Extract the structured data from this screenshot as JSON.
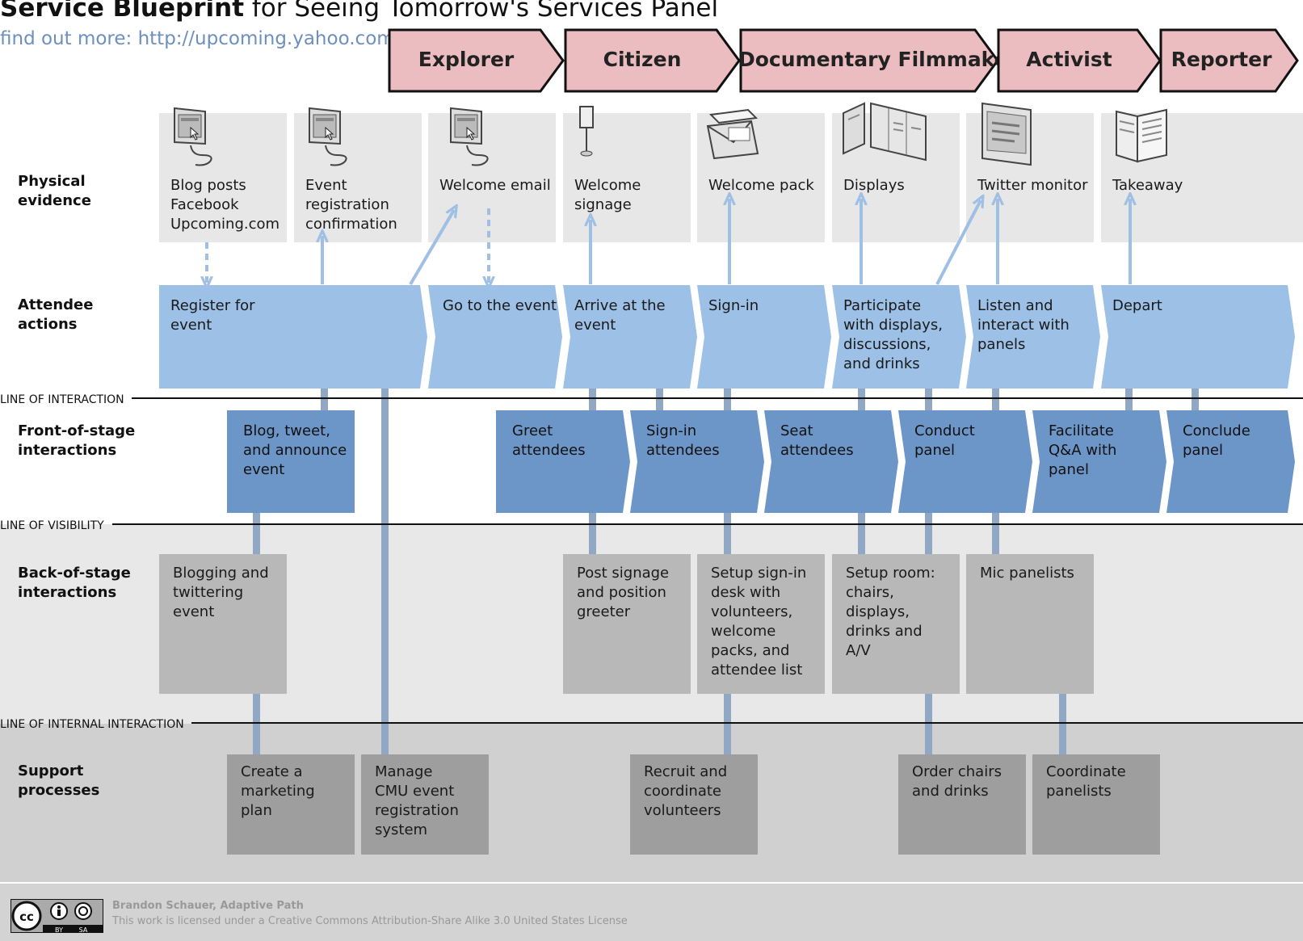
{
  "title": {
    "bold": "Service Blueprint",
    "rest": " for Seeing Tomorrow's Services Panel"
  },
  "subtitle": "find out more: http://upcoming.yahoo.com/",
  "personas": [
    "Explorer",
    "Citizen",
    "Documentary Filmmaker",
    "Activist",
    "Reporter"
  ],
  "row_labels": {
    "physical": "Physical evidence",
    "attendee": "Attendee actions",
    "front": "Front-of-stage interactions",
    "back": "Back-of-stage interactions",
    "support": "Support processes"
  },
  "lines": {
    "interaction": "LINE OF INTERACTION",
    "visibility": "LINE OF VISIBILITY",
    "internal": "LINE OF INTERNAL INTERACTION"
  },
  "physical_evidence": [
    {
      "text": "Blog posts\nFacebook\nUpcoming.com",
      "icon": "computer-icon"
    },
    {
      "text": "Event\nregistration\nconfirmation",
      "icon": "computer-icon"
    },
    {
      "text": "Welcome email",
      "icon": "computer-icon"
    },
    {
      "text": "Welcome\nsignage",
      "icon": "signpost-icon"
    },
    {
      "text": "Welcome pack",
      "icon": "envelope-pack-icon"
    },
    {
      "text": "Displays",
      "icon": "display-panels-icon"
    },
    {
      "text": "Twitter monitor",
      "icon": "monitor-icon"
    },
    {
      "text": "Takeaway",
      "icon": "booklet-icon"
    }
  ],
  "attendee_actions": [
    "Register for\nevent",
    "Go to the event",
    "Arrive at the\nevent",
    "Sign-in",
    "Participate\nwith displays,\ndiscussions,\nand drinks",
    "Listen and\ninteract with\npanels",
    "Depart"
  ],
  "front_stage": [
    "Blog, tweet,\nand announce\nevent",
    "Greet\nattendees",
    "Sign-in\nattendees",
    "Seat\nattendees",
    "Conduct\npanel",
    "Facilitate\nQ&A with\npanel",
    "Conclude\npanel"
  ],
  "back_stage": [
    "Blogging and\ntwittering\nevent",
    "Post signage\nand position\ngreeter",
    "Setup sign-in\ndesk with\nvolunteers,\nwelcome\npacks, and\nattendee list",
    "Setup room:\nchairs,\ndisplays,\ndrinks and\nA/V",
    "Mic panelists"
  ],
  "support": [
    "Create a\nmarketing\nplan",
    "Manage\nCMU event\nregistration\nsystem",
    "Recruit and\ncoordinate\nvolunteers",
    "Order chairs\nand drinks",
    "Coordinate\npanelists"
  ],
  "footer": {
    "badge_icon": "creative-commons-by-sa-icon",
    "badge_cc": "cc",
    "badge_by": "BY",
    "badge_sa": "SA",
    "author": "Brandon Schauer, Adaptive Path",
    "license": "This work is licensed under a Creative Commons Attribution-Share Alike 3.0 United States License"
  },
  "colors": {
    "persona": "#ebbdc0",
    "evidence": "#e7e7e7",
    "attendee": "#9cc0e6",
    "front": "#6d96c8",
    "back": "#b8b8b8",
    "support": "#9e9e9e",
    "arrow": "#9fc0e4",
    "connector": "#90a8c4"
  }
}
